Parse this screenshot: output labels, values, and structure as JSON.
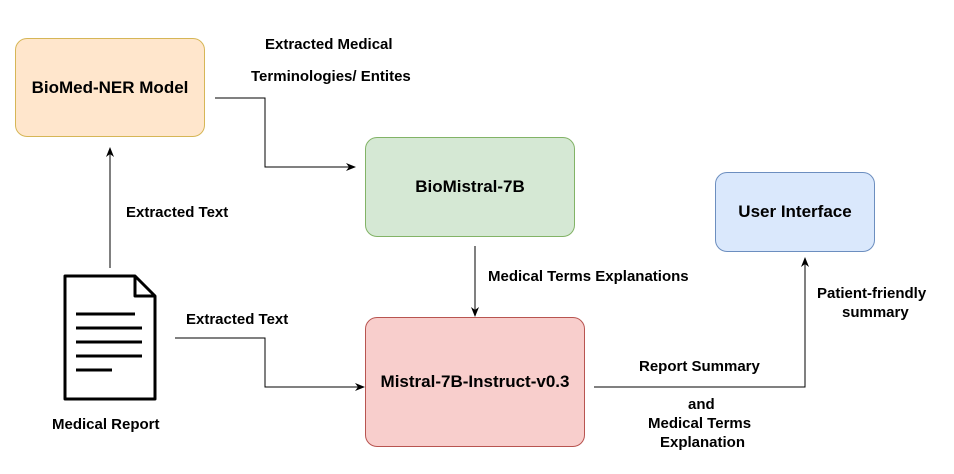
{
  "nodes": {
    "biomed_ner": {
      "label": "BioMed-NER Model",
      "fill": "#ffe6cc",
      "stroke": "#d6b656"
    },
    "biomistral": {
      "label": "BioMistral-7B",
      "fill": "#d5e8d4",
      "stroke": "#82b366"
    },
    "user_interface": {
      "label": "User Interface",
      "fill": "#dae8fc",
      "stroke": "#6c8ebf"
    },
    "mistral_instruct": {
      "label": "Mistral-7B-Instruct-v0.3",
      "fill": "#f8cecc",
      "stroke": "#b85450"
    },
    "medical_report": {
      "label": "Medical Report",
      "icon": "document-icon"
    }
  },
  "edges": {
    "ner_to_biomistral": {
      "line1": "Extracted Medical",
      "line2": "Terminologies/ Entites"
    },
    "report_to_ner": {
      "label": "Extracted Text"
    },
    "report_to_mistral": {
      "label": "Extracted Text"
    },
    "biomistral_to_mistral": {
      "label": "Medical Terms Explanations"
    },
    "mistral_to_ui": {
      "line1": "Report Summary",
      "line2": "and",
      "line3": "Medical Terms",
      "line4": "Explanation",
      "ui_line1": "Patient-friendly",
      "ui_line2": "summary"
    }
  }
}
